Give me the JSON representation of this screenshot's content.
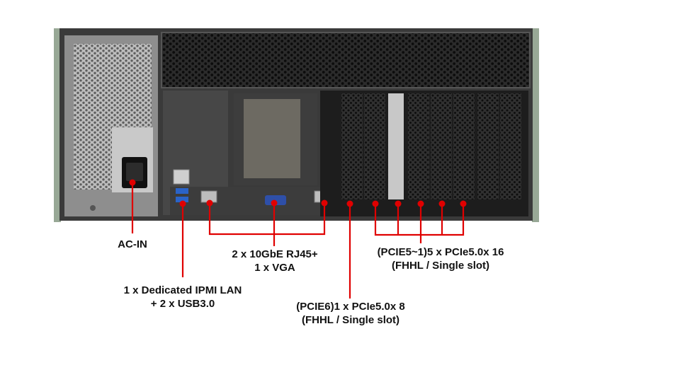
{
  "labels": {
    "ac_in": "AC-IN",
    "ipmi_line1": "1 x Dedicated IPMI LAN",
    "ipmi_line2": "+ 2 x USB3.0",
    "lan_vga_line1": "2 x 10GbE RJ45+",
    "lan_vga_line2": "1 x VGA",
    "pcie6_line1": "(PCIE6)1 x PCIe5.0x 8",
    "pcie6_line2": "(FHHL /  Single slot)",
    "pcie1_5_line1": "(PCIE5~1)5 x PCIe5.0x 16",
    "pcie1_5_line2": "(FHHL /  Single slot)"
  },
  "colors": {
    "callout": "#e00000",
    "chassis": "#3a3a3a",
    "rail": "#98a896",
    "psu": "#a9a9a9"
  }
}
